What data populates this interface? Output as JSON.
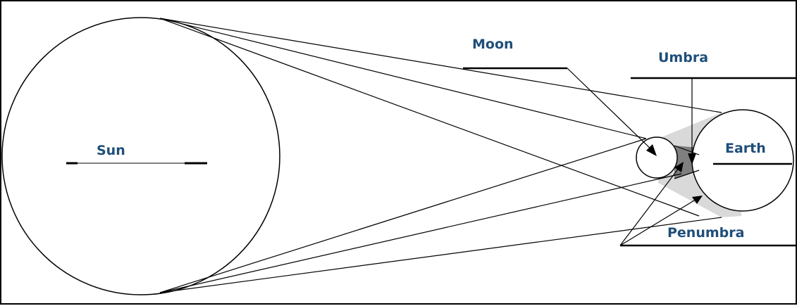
{
  "labels": {
    "sun": "Sun",
    "moon": "Moon",
    "umbra": "Umbra",
    "earth": "Earth",
    "penumbra": "Penumbra"
  },
  "colors": {
    "label_text": "#1f4e79",
    "line": "#000000",
    "penumbra_fill": "#d9d9d9",
    "umbra_fill": "#7f7f7f",
    "background": "#ffffff"
  }
}
